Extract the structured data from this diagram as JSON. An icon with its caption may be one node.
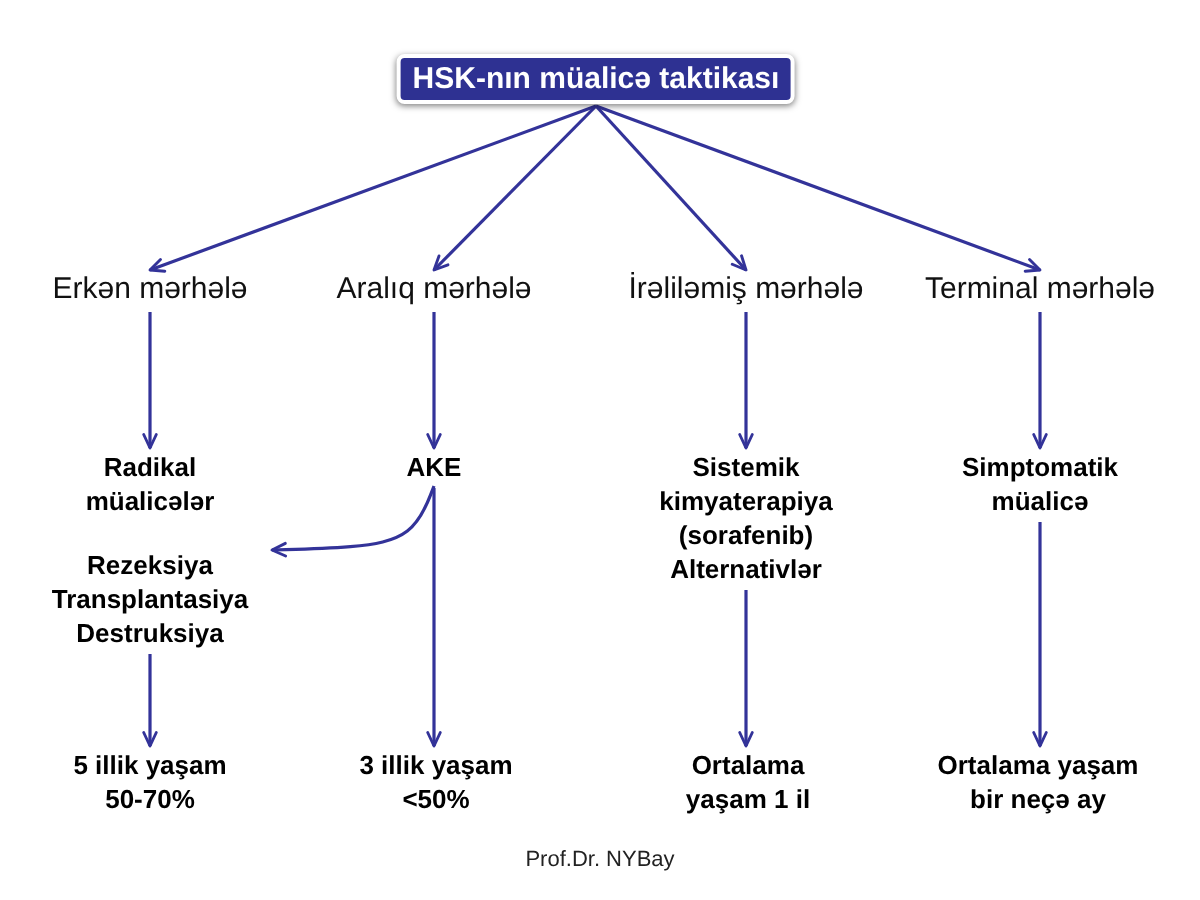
{
  "diagram": {
    "nodes": [
      {
        "text": [
          "HSK-nın müalicə taktikası"
        ]
      },
      {
        "text": [
          "Erkən mərhələ"
        ]
      },
      {
        "text": [
          "Aralıq mərhələ"
        ]
      },
      {
        "text": [
          "İrəliləmiş mərhələ"
        ]
      },
      {
        "text": [
          "Terminal mərhələ"
        ]
      },
      {
        "text": [
          "Radikal müalicələr"
        ]
      },
      {
        "text": [
          "Rezeksiya Transplantasiya Destruksiya"
        ]
      },
      {
        "text": [
          "AKE"
        ]
      },
      {
        "text": [
          "Sistemik kimyaterapiya (sorafenib) Alternativlər"
        ]
      },
      {
        "text": [
          "Simptomatik müalicə"
        ]
      },
      {
        "text": [
          "5 illik yaşam 50-70%"
        ]
      },
      {
        "text": [
          "3 illik yaşam <50%"
        ]
      },
      {
        "text": [
          "Ortalama yaşam 1 il"
        ]
      },
      {
        "text": [
          "Ortalama yaşam bir neçə ay"
        ]
      }
    ],
    "edges": [
      {
        "from": 0,
        "to": 1,
        "arrow": "to"
      },
      {
        "from": 0,
        "to": 2,
        "arrow": "to"
      },
      {
        "from": 0,
        "to": 3,
        "arrow": "to"
      },
      {
        "from": 0,
        "to": 4,
        "arrow": "to"
      },
      {
        "from": 1,
        "to": 5,
        "arrow": "to"
      },
      {
        "from": 2,
        "to": 7,
        "arrow": "to"
      },
      {
        "from": 3,
        "to": 8,
        "arrow": "to"
      },
      {
        "from": 4,
        "to": 9,
        "arrow": "to"
      },
      {
        "from": 7,
        "to": 6,
        "arrow": "to"
      },
      {
        "from": 7,
        "to": 11,
        "arrow": "to"
      },
      {
        "from": 6,
        "to": 10,
        "arrow": "to"
      },
      {
        "from": 8,
        "to": 12,
        "arrow": "to"
      },
      {
        "from": 9,
        "to": 13,
        "arrow": "to"
      }
    ],
    "labels": [
      "Prof.Dr. NYBay"
    ]
  }
}
